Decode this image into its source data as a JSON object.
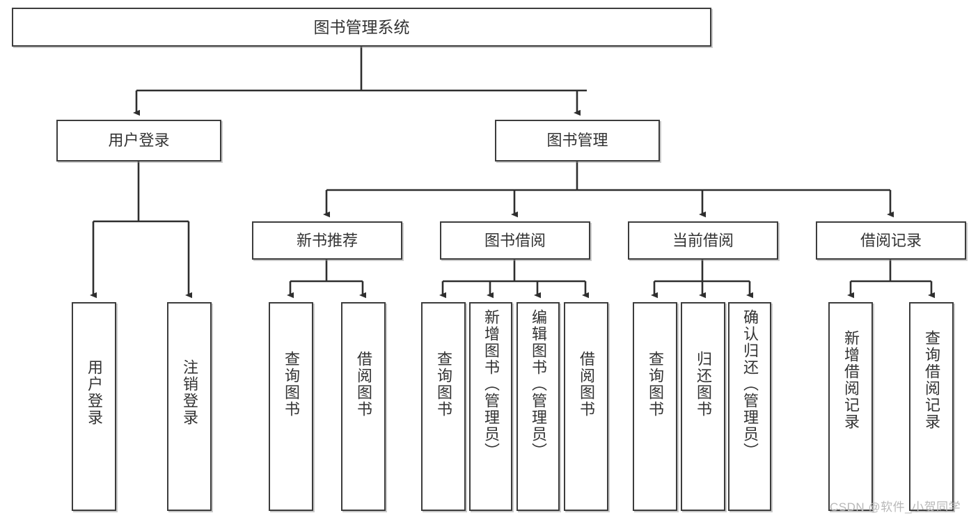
{
  "diagram": {
    "title": "图书管理系统",
    "watermark": "CSDN @软件_小贺同学",
    "colors": {
      "box_border": "#3c3c3c",
      "box_fill": "#ffffff",
      "text": "#333333",
      "connector": "#2e2e2e",
      "watermark": "#b8b8b8",
      "background": "#ffffff"
    },
    "levels": {
      "root": "图书管理系统",
      "level2": [
        "用户登录",
        "图书管理"
      ],
      "level3": [
        "新书推荐",
        "图书借阅",
        "当前借阅",
        "借阅记录"
      ]
    },
    "nodes": {
      "root": {
        "label": "图书管理系统"
      },
      "user_login": {
        "label": "用户登录"
      },
      "book_manage": {
        "label": "图书管理"
      },
      "new_book_rec": {
        "label": "新书推荐"
      },
      "book_borrow": {
        "label": "图书借阅"
      },
      "current_borrow": {
        "label": "当前借阅"
      },
      "borrow_record": {
        "label": "借阅记录"
      },
      "leaf_user_login": {
        "label": "用户登录"
      },
      "leaf_logout": {
        "label": "注销登录"
      },
      "leaf_query_book_1": {
        "label": "查询图书"
      },
      "leaf_borrow_book_1": {
        "label": "借阅图书"
      },
      "leaf_query_book_2": {
        "label": "查询图书"
      },
      "leaf_add_book": {
        "label": "新增图书（管理员）"
      },
      "leaf_edit_book": {
        "label": "编辑图书（管理员）"
      },
      "leaf_borrow_book_2": {
        "label": "借阅图书"
      },
      "leaf_query_book_3": {
        "label": "查询图书"
      },
      "leaf_return_book": {
        "label": "归还图书"
      },
      "leaf_confirm_return": {
        "label": "确认归还（管理员）"
      },
      "leaf_add_record": {
        "label": "新增借阅记录"
      },
      "leaf_query_record": {
        "label": "查询借阅记录"
      }
    },
    "tree": {
      "name": "图书管理系统",
      "children": [
        {
          "name": "用户登录",
          "children": [
            {
              "name": "用户登录"
            },
            {
              "name": "注销登录"
            }
          ]
        },
        {
          "name": "图书管理",
          "children": [
            {
              "name": "新书推荐",
              "children": [
                {
                  "name": "查询图书"
                },
                {
                  "name": "借阅图书"
                }
              ]
            },
            {
              "name": "图书借阅",
              "children": [
                {
                  "name": "查询图书"
                },
                {
                  "name": "新增图书（管理员）"
                },
                {
                  "name": "编辑图书（管理员）"
                },
                {
                  "name": "借阅图书"
                }
              ]
            },
            {
              "name": "当前借阅",
              "children": [
                {
                  "name": "查询图书"
                },
                {
                  "name": "归还图书"
                },
                {
                  "name": "确认归还（管理员）"
                }
              ]
            },
            {
              "name": "借阅记录",
              "children": [
                {
                  "name": "新增借阅记录"
                },
                {
                  "name": "查询借阅记录"
                }
              ]
            }
          ]
        }
      ]
    }
  }
}
